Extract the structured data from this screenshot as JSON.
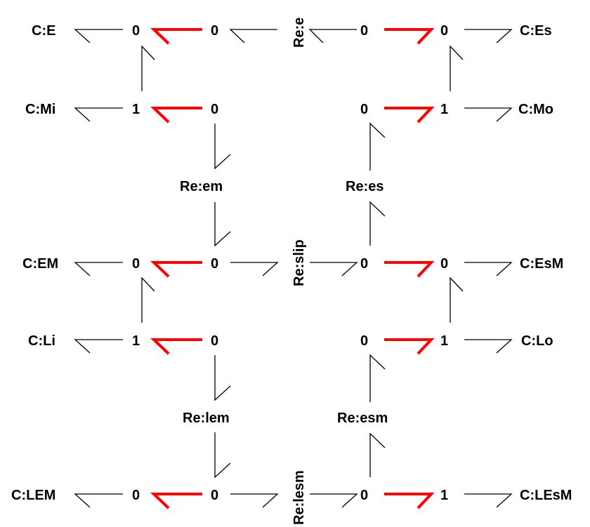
{
  "diagram": {
    "nodes": {
      "ce": "C:E",
      "cmi": "C:Mi",
      "cem": "C:EM",
      "cli": "C:Li",
      "clem": "C:LEM",
      "ces": "C:Es",
      "cmo": "C:Mo",
      "cesm": "C:EsM",
      "clo": "C:Lo",
      "clesm": "C:LEsM",
      "re_e": "Re:e",
      "re_em": "Re:em",
      "re_es": "Re:es",
      "re_slip": "Re:slip",
      "re_lem": "Re:lem",
      "re_esm": "Re:esm",
      "re_lesm": "Re:lesm",
      "j_0_top1": "0",
      "j_0_top2": "0",
      "j_0_top3": "0",
      "j_0_top4": "0",
      "j_1_mi": "1",
      "j_0_mi": "0",
      "j_0_mo": "0",
      "j_1_mo": "1",
      "j_0_em1": "0",
      "j_0_em2": "0",
      "j_0_esm1": "0",
      "j_0_esm2": "0",
      "j_1_li": "1",
      "j_0_li": "0",
      "j_0_lo": "0",
      "j_1_lo": "1",
      "j_0_b1": "0",
      "j_0_b2": "0",
      "j_0_b3": "0",
      "j_1_b4": "1"
    },
    "colors": {
      "bond": "#000000",
      "highlight_bond": "#ff0000"
    }
  }
}
